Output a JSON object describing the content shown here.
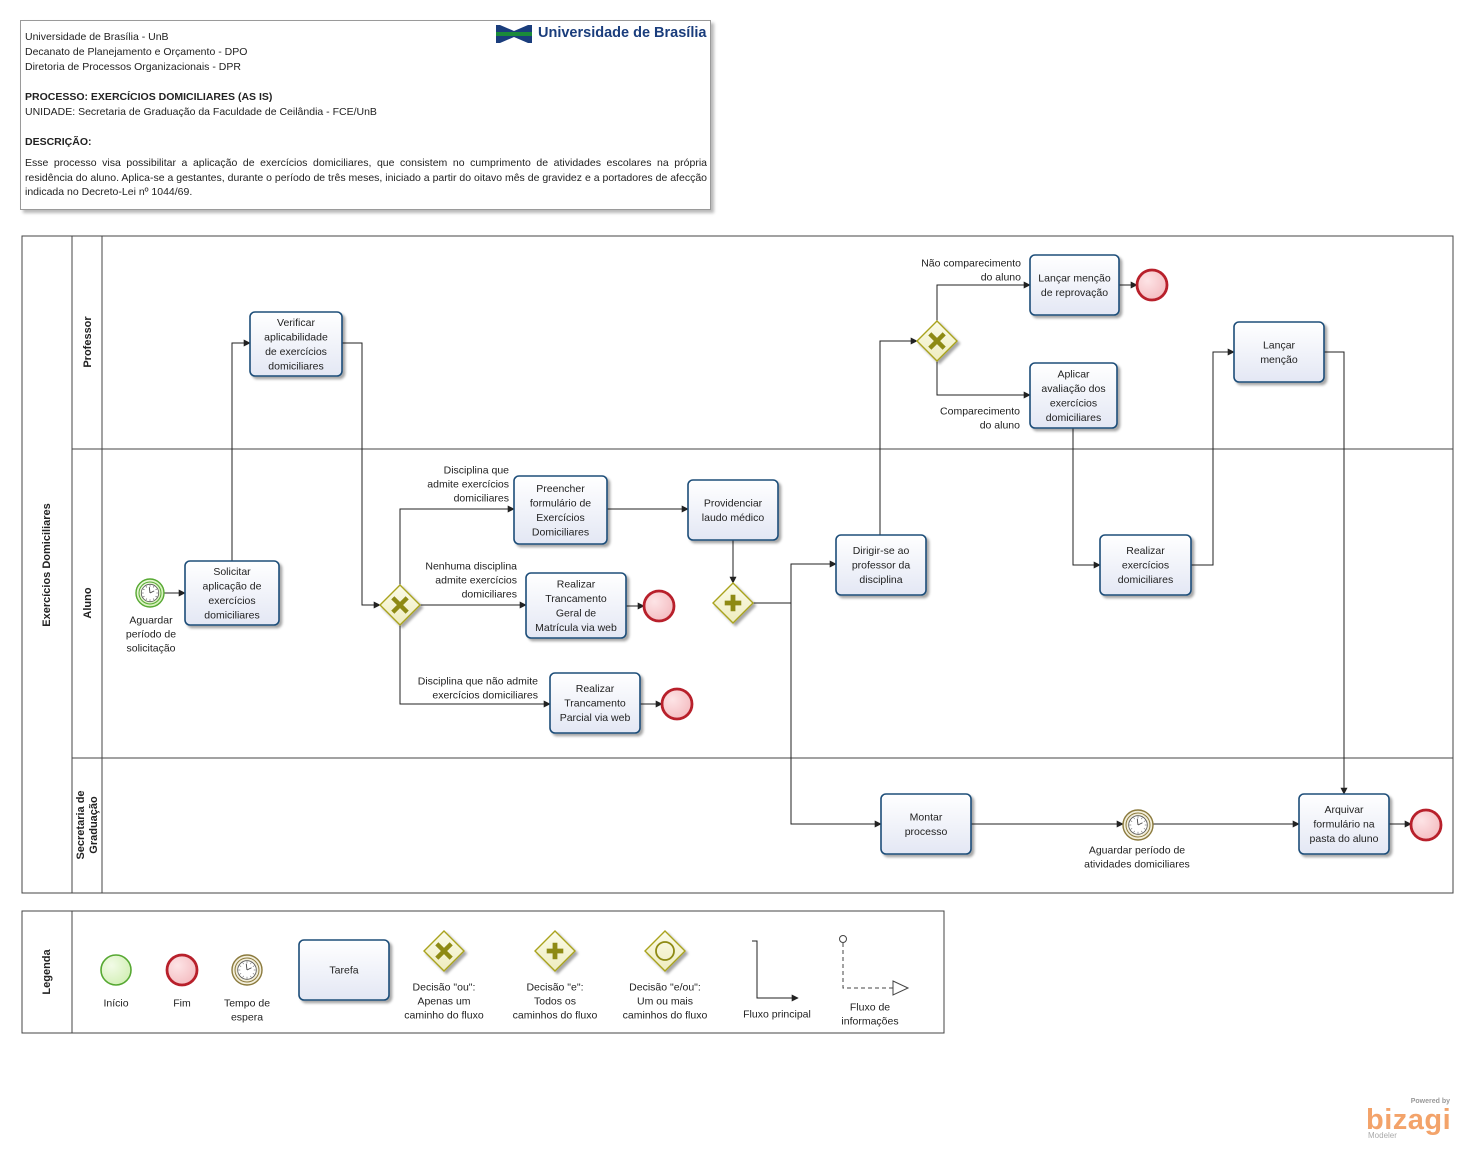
{
  "header": {
    "lines": [
      "Universidade de Brasília - UnB",
      "Decanato de Planejamento e Orçamento - DPO",
      "Diretoria de Processos Organizacionais - DPR"
    ],
    "process_label": "PROCESSO: EXERCÍCIOS DOMICILIARES (AS IS)",
    "unit_label": "UNIDADE: Secretaria de Graduação da Faculdade de Ceilândia - FCE/UnB",
    "description_title": "DESCRIÇÃO:",
    "description_text": "Esse processo visa possibilitar a aplicação de exercícios domiciliares, que consistem no cumprimento de atividades escolares na própria residência do aluno. Aplica-se a gestantes, durante o período de três meses, iniciado a partir do oitavo mês de gravidez e a portadores de afecção indicada no Decreto-Lei nº 1044/69.",
    "logo_text": "Universidade de Brasília",
    "logo_colors": [
      "#1a3d7c",
      "#1a8a3a"
    ]
  },
  "pool": {
    "title": "Exercícios Domiciliares",
    "lanes": [
      "Professor",
      "Aluno",
      "Secretaria de Graduação"
    ]
  },
  "tasks": [
    {
      "id": "verificar",
      "lines": [
        "Verificar",
        "aplicabilidade",
        "de exercícios",
        "domiciliares"
      ]
    },
    {
      "id": "solicitar",
      "lines": [
        "Solicitar",
        "aplicação de",
        "exercícios",
        "domiciliares"
      ]
    },
    {
      "id": "preencher",
      "lines": [
        "Preencher",
        "formulário de",
        "Exercícios",
        "Domiciliares"
      ]
    },
    {
      "id": "providenciar",
      "lines": [
        "Providenciar",
        "laudo médico"
      ]
    },
    {
      "id": "trancamento-geral",
      "lines": [
        "Realizar",
        "Trancamento",
        "Geral de",
        "Matrícula via web"
      ]
    },
    {
      "id": "trancamento-parcial",
      "lines": [
        "Realizar",
        "Trancamento",
        "Parcial via web"
      ]
    },
    {
      "id": "dirigir",
      "lines": [
        "Dirigir-se ao",
        "professor da",
        "disciplina"
      ]
    },
    {
      "id": "lancar-reprovacao",
      "lines": [
        "Lançar menção",
        "de reprovação"
      ]
    },
    {
      "id": "aplicar",
      "lines": [
        "Aplicar",
        "avaliação dos",
        "exercícios",
        "domiciliares"
      ]
    },
    {
      "id": "realizar-exercicios",
      "lines": [
        "Realizar",
        "exercícios",
        "domiciliares"
      ]
    },
    {
      "id": "lancar-mencao",
      "lines": [
        "Lançar",
        "menção"
      ]
    },
    {
      "id": "montar",
      "lines": [
        "Montar",
        "processo"
      ]
    },
    {
      "id": "arquivar",
      "lines": [
        "Arquivar",
        "formulário na",
        "pasta do aluno"
      ]
    }
  ],
  "event_labels": {
    "start": [
      "Aguardar",
      "período de",
      "solicitação"
    ],
    "timer": [
      "Aguardar período de",
      "atividades domiciliares"
    ]
  },
  "flow_labels": {
    "admite": [
      "Disciplina que",
      "admite exercícios",
      "domiciliares"
    ],
    "nenhuma": [
      "Nenhuma disciplina",
      "admite  exercícios",
      "domiciliares"
    ],
    "nao_admite": [
      "Disciplina que não admite",
      "exercícios domiciliares"
    ],
    "nao_comparecimento": [
      "Não comparecimento",
      "do aluno"
    ],
    "comparecimento": [
      "Comparecimento",
      "do aluno"
    ]
  },
  "legend": {
    "title": "Legenda",
    "inicio": [
      "Início"
    ],
    "fim": [
      "Fim"
    ],
    "tempo": [
      "Tempo de",
      "espera"
    ],
    "tarefa": [
      "Tarefa"
    ],
    "decisao_ou": [
      "Decisão \"ou\":",
      "Apenas um",
      "caminho do fluxo"
    ],
    "decisao_e": [
      "Decisão \"e\":",
      "Todos os",
      "caminhos do fluxo"
    ],
    "decisao_eou": [
      "Decisão \"e/ou\":",
      "Um ou mais",
      "caminhos do fluxo"
    ],
    "fluxo_principal": [
      "Fluxo principal"
    ],
    "fluxo_info": [
      "Fluxo de",
      "informações"
    ]
  },
  "branding": {
    "powered": "Powered by",
    "name": "bizagi",
    "product": "Modeler"
  },
  "colors": {
    "task_fill": "#eef0f8",
    "task_stroke": "#1f4e79",
    "start_fill": "#d6f0b8",
    "start_stroke": "#56a832",
    "end_fill": "#f7c9cc",
    "end_stroke": "#b8202b",
    "gateway_fill": "#f5f3cf",
    "gateway_stroke": "#a9a31e",
    "gateway_mark": "#8e8a14",
    "timer_stroke": "#8b7a3d"
  }
}
